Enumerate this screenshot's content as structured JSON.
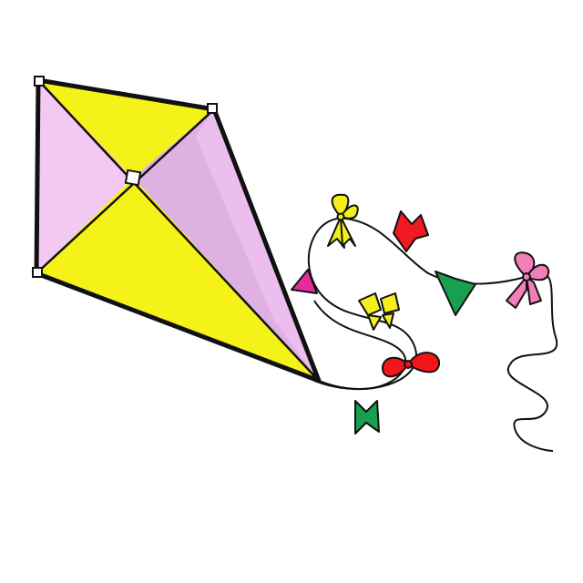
{
  "scene": {
    "subject": "kite-with-tail",
    "background_color": "#ffffff"
  },
  "colors": {
    "outline": "#111111",
    "kite_yellow": "#f5f21a",
    "kite_lilac_light": "#f3c8f3",
    "kite_lilac_dark": "#d9a6dd",
    "bow_yellow": "#f4ee1c",
    "bow_red": "#f4141c",
    "bow_pink": "#f27fb8",
    "flag_red": "#f01a22",
    "flag_green": "#18a050",
    "flag_magenta": "#e82a9a"
  },
  "elements": {
    "kite_body": "kite",
    "tail": "kite-tail",
    "bows": [
      "yellow-bow",
      "red-bow",
      "pink-bow",
      "yellow-bow-small"
    ],
    "flags": [
      "red-pennant",
      "green-pennant",
      "green-pennant",
      "magenta-pennant"
    ]
  }
}
